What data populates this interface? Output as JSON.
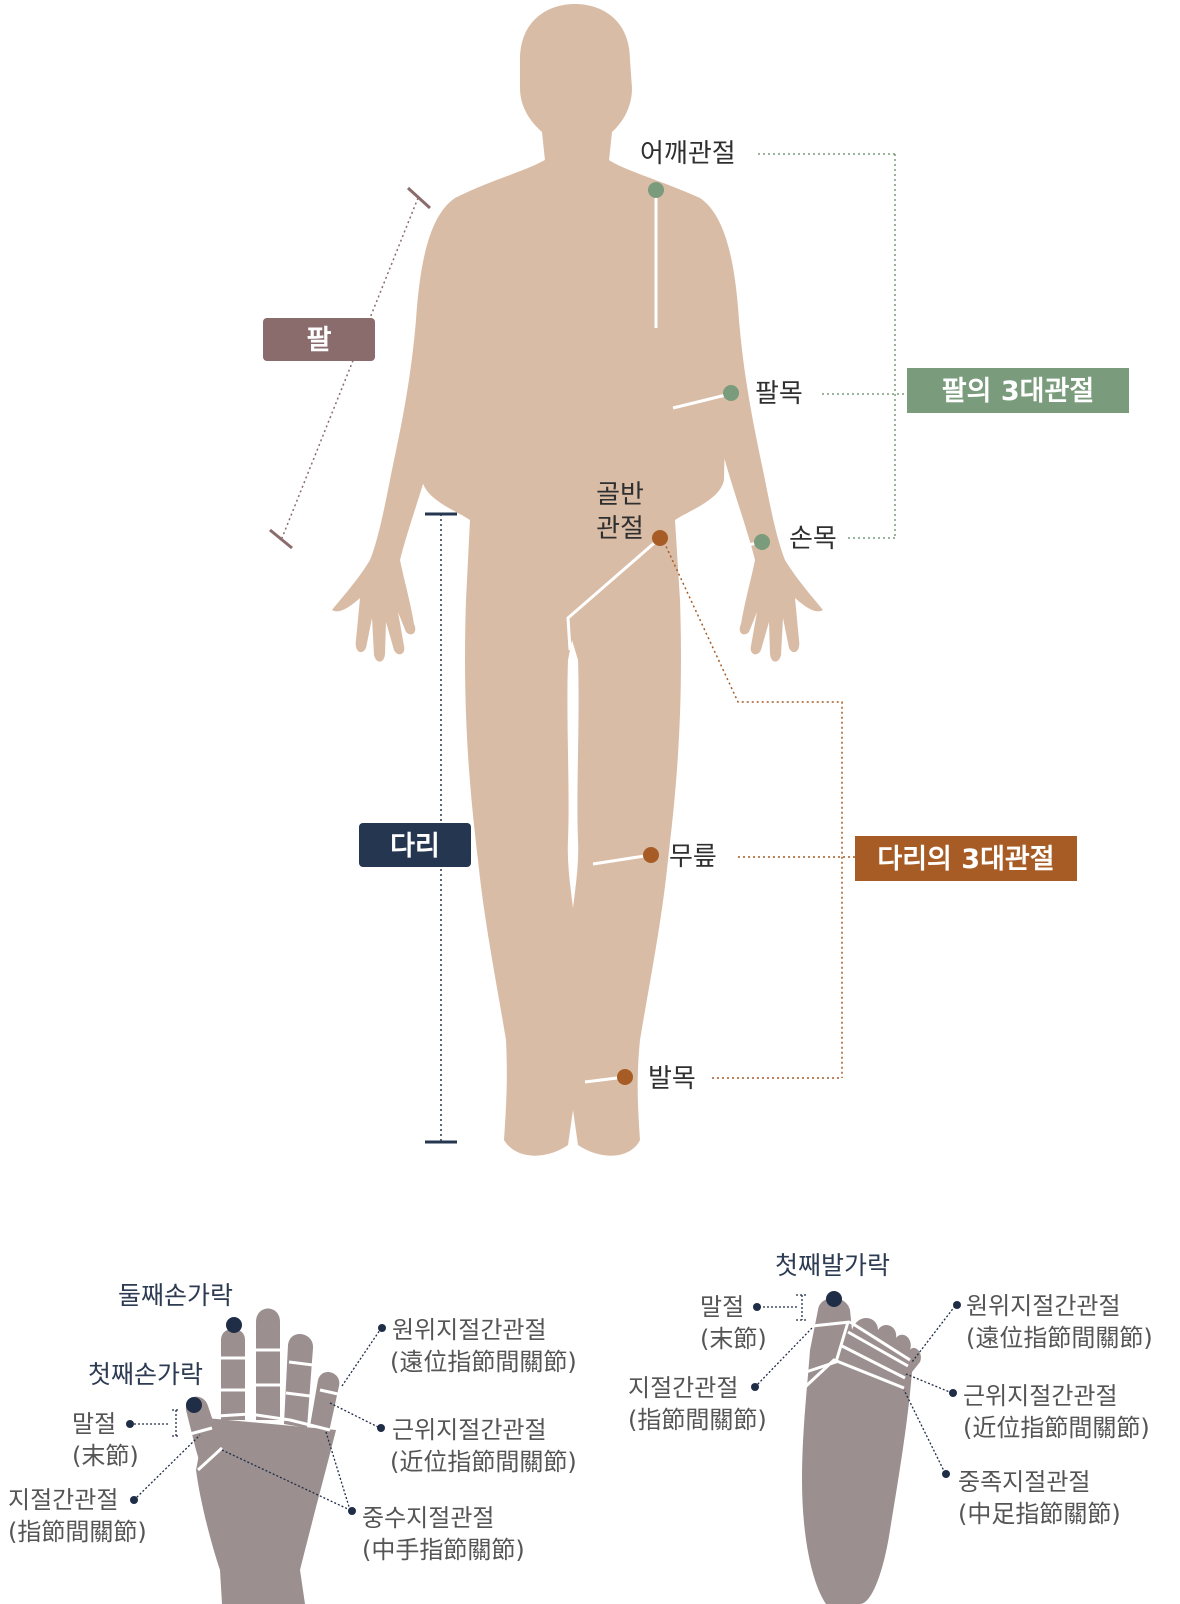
{
  "body": {
    "segment_labels": {
      "arm": "팔",
      "leg": "다리"
    },
    "arm_joints": {
      "shoulder": "어깨관절",
      "elbow": "팔목",
      "wrist": "손목",
      "group_label": "팔의 3대관절"
    },
    "leg_joints": {
      "hip_line1": "골반",
      "hip_line2": "관절",
      "knee": "무릎",
      "ankle": "발목",
      "group_label": "다리의 3대관절"
    }
  },
  "hand": {
    "index_finger": "둘째손가락",
    "thumb": "첫째손가락",
    "distal_phalanx": {
      "name": "말절",
      "hanja": "(末節)"
    },
    "interphalangeal": {
      "name": "지절간관절",
      "hanja": "(指節間關節)"
    },
    "dip": {
      "name": "원위지절간관절",
      "hanja": "(遠位指節間關節)"
    },
    "pip": {
      "name": "근위지절간관절",
      "hanja": "(近位指節間關節)"
    },
    "mcp": {
      "name": "중수지절관절",
      "hanja": "(中手指節關節)"
    }
  },
  "foot": {
    "big_toe": "첫째발가락",
    "distal_phalanx": {
      "name": "말절",
      "hanja": "(末節)"
    },
    "interphalangeal": {
      "name": "지절간관절",
      "hanja": "(指節間關節)"
    },
    "dip": {
      "name": "원위지절간관절",
      "hanja": "(遠位指節間關節)"
    },
    "pip": {
      "name": "근위지절간관절",
      "hanja": "(近位指節間關節)"
    },
    "mtp": {
      "name": "중족지절관절",
      "hanja": "(中足指節關節)"
    }
  },
  "colors": {
    "skin": "#d9bca6",
    "arm_badge": "#8a6c6c",
    "leg_badge": "#253650",
    "arm_joint": "#7a9b7c",
    "leg_joint": "#a75c25",
    "extremity": "#9b8f8f",
    "navy_dot": "#1f2d46"
  }
}
